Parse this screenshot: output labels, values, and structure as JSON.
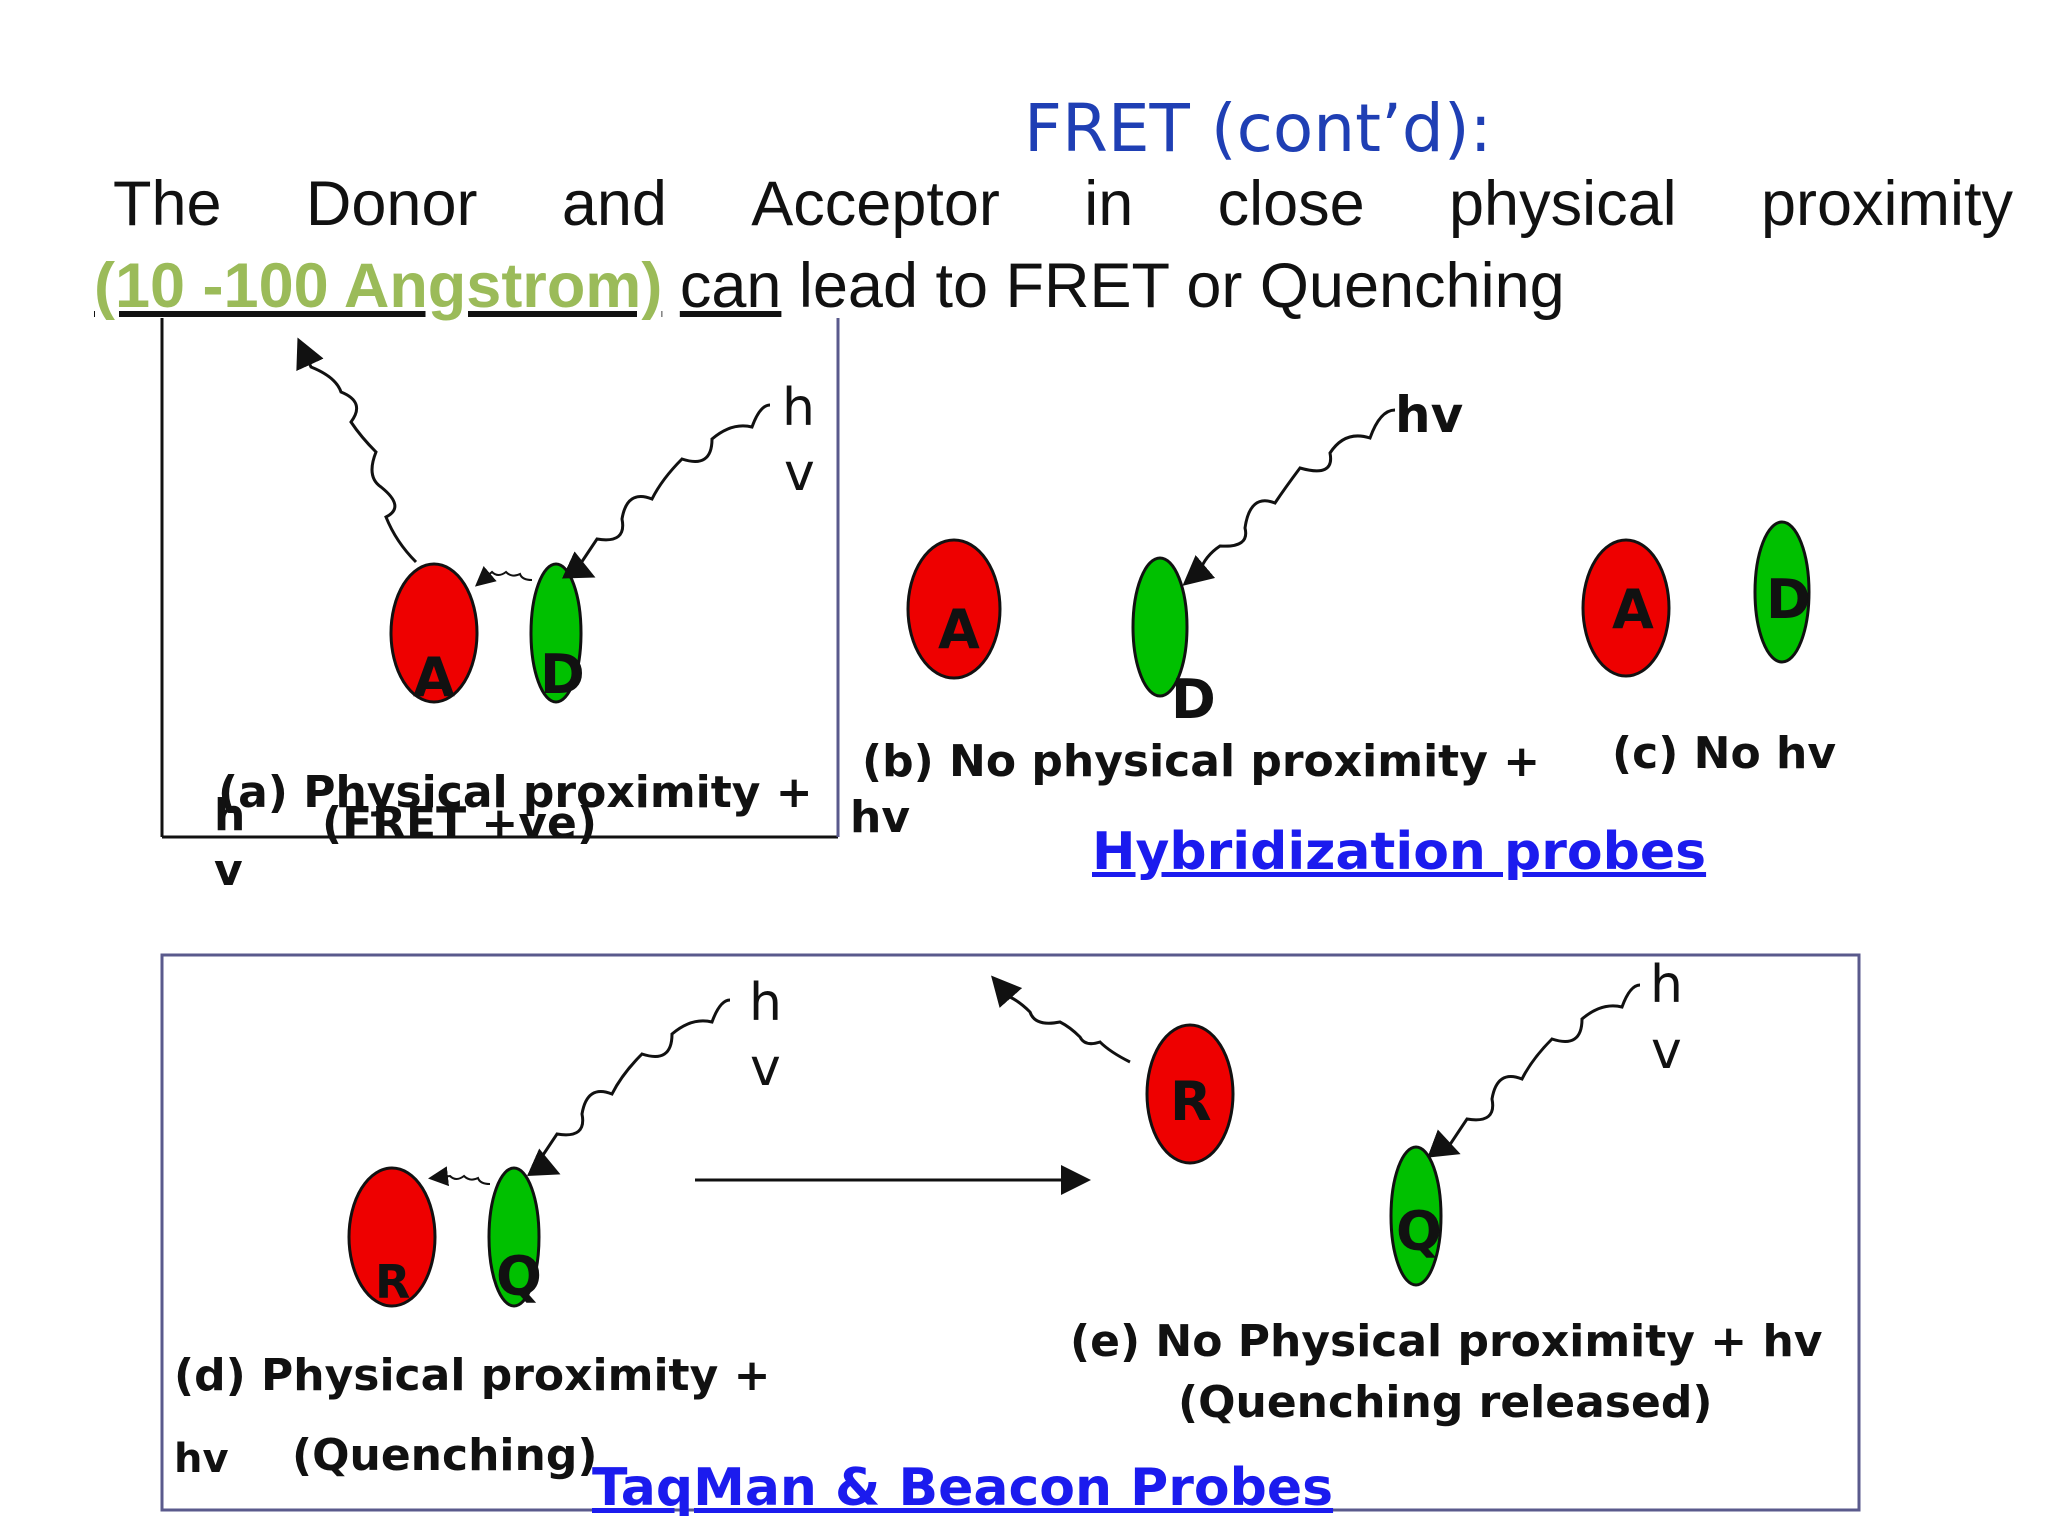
{
  "slide": {
    "title": "FRET (cont’d):",
    "line1_words": [
      "The",
      "Donor",
      "and",
      "Acceptor",
      "in",
      "close",
      "physical",
      "proximity"
    ],
    "range_text": "(10 -100 Angstrom)",
    "can_text": "can",
    "line2_rest": " lead to FRET or Quenching"
  },
  "panels": {
    "a": {
      "acceptor": "A",
      "donor": "D",
      "hv_h": "h",
      "hv_v": "v",
      "caption": "(a) Physical proximity +",
      "caption_sub": "(FRET +ve)",
      "side_h": "h",
      "side_v": "v"
    },
    "b": {
      "acceptor": "A",
      "donor": "D",
      "hv": "hv",
      "caption": "(b) No physical proximity +",
      "caption_sub": "hv"
    },
    "c": {
      "acceptor": "A",
      "donor": "D",
      "caption": "(c) No hv"
    },
    "d": {
      "reporter": "R",
      "quencher": "Q",
      "hv_h": "h",
      "hv_v": "v",
      "caption": "(d) Physical proximity +",
      "caption_hv": "hv",
      "caption_sub": "(Quenching)"
    },
    "e": {
      "reporter": "R",
      "quencher": "Q",
      "hv_h": "h",
      "hv_v": "v",
      "caption": "(e) No Physical proximity + hv",
      "caption_sub": "(Quenching released)"
    }
  },
  "links": {
    "hybridization": "Hybridization probes",
    "taqman": "TaqMan & Beacon Probes"
  },
  "colors": {
    "red": "#ee0000",
    "green": "#00c000",
    "title_blue": "#1f3fb4",
    "link_blue": "#1b1bee",
    "olive": "#9bbb59"
  }
}
